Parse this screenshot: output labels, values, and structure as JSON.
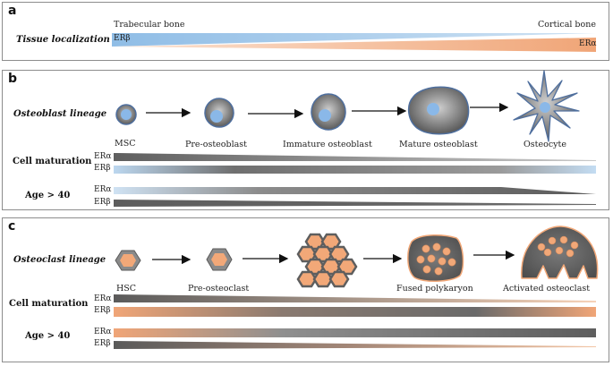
{
  "panels": {
    "a": {
      "letter": "a",
      "row_title": "Tissue localization",
      "left_label": "Trabecular bone",
      "right_label": "Cortical bone",
      "bar_top_label": "ERβ",
      "bar_bottom_label": "ERα"
    },
    "b": {
      "letter": "b",
      "lineage_title": "Osteoblast lineage",
      "stages": [
        "MSC",
        "Pre-osteoblast",
        "Immature osteoblast",
        "Mature osteoblast",
        "Osteocyte"
      ],
      "maturation_title": "Cell maturation",
      "maturation_rows": [
        "ERα",
        "ERβ"
      ],
      "age_title": "Age > 40",
      "age_rows": [
        "ERα",
        "ERβ"
      ]
    },
    "c": {
      "letter": "c",
      "lineage_title": "Osteoclast lineage",
      "stages": [
        "HSC",
        "Pre-osteoclast",
        "Fused polykaryon",
        "Activated osteoclast"
      ],
      "maturation_title": "Cell maturation",
      "maturation_rows": [
        "ERα",
        "ERβ"
      ],
      "age_title": "Age > 40",
      "age_rows": [
        "ERα",
        "ERβ"
      ]
    }
  },
  "colors": {
    "er_beta_blue": "#8fbde6",
    "er_alpha_orange": "#f0a577",
    "dark_gray": "#5f5f5f",
    "cell_border": "#4f6f9e",
    "nucleus_blue": "#8ab8e8",
    "osteoclast_orange": "#f2a878"
  }
}
